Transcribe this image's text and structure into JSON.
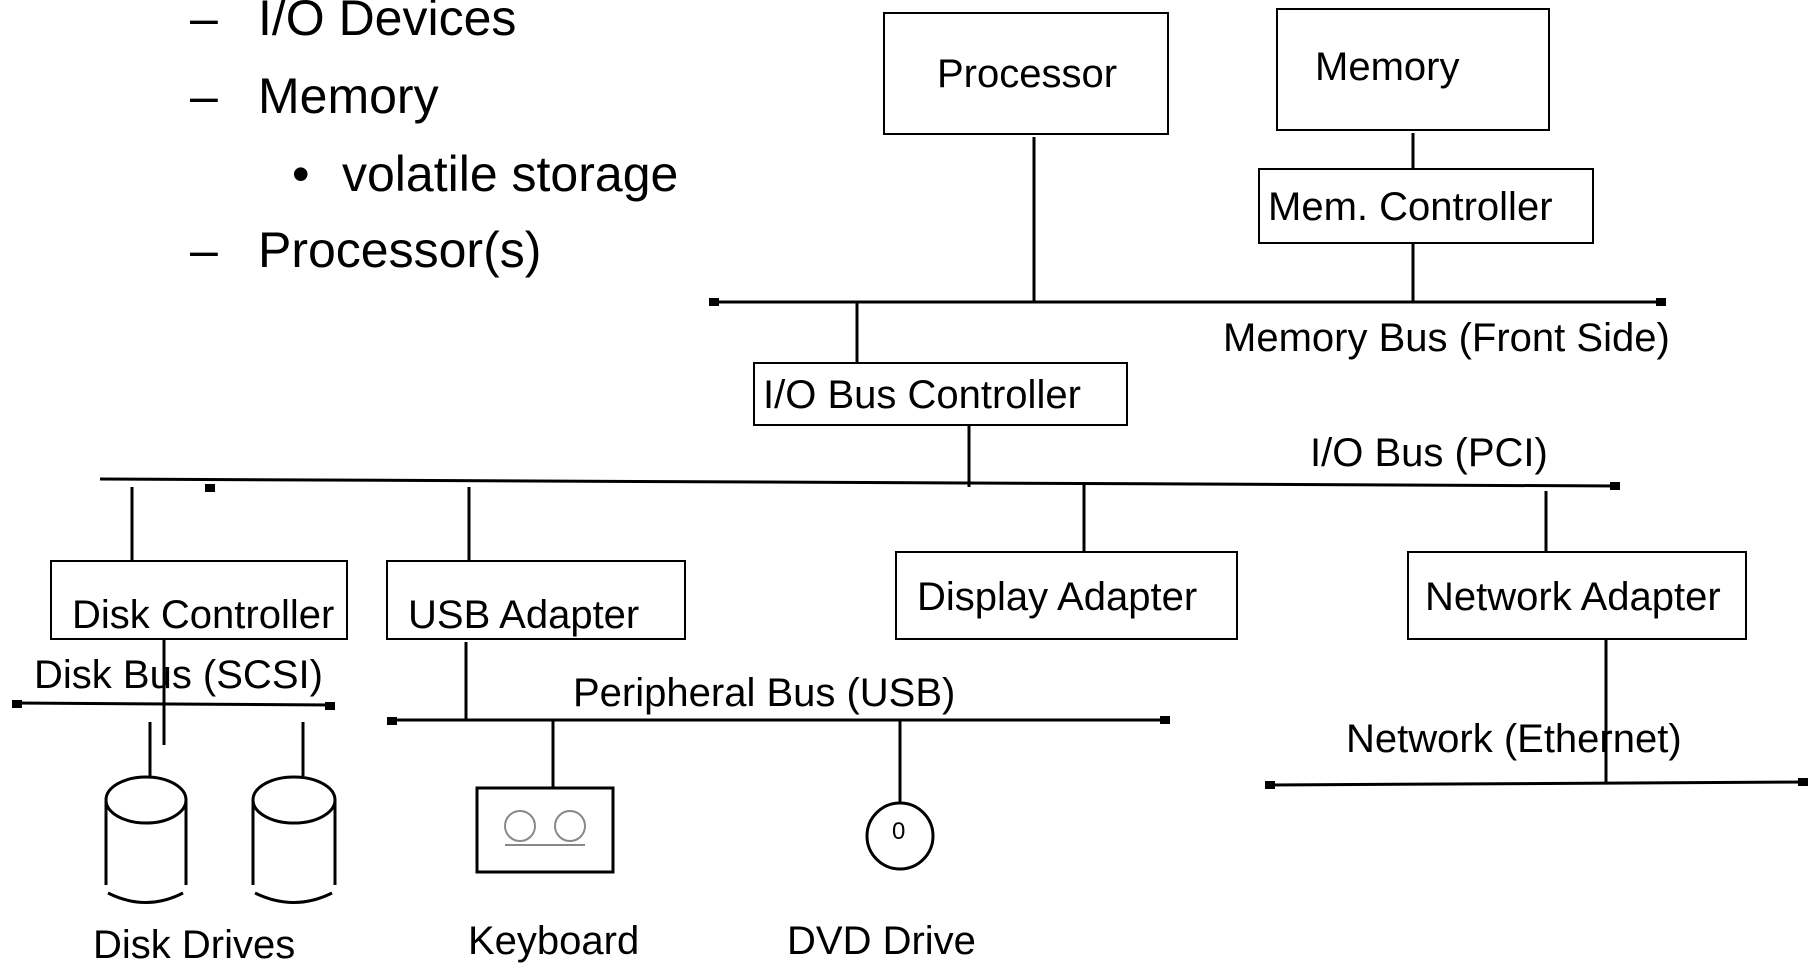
{
  "bullets": {
    "dash": "–",
    "dot": "•",
    "io_devices": "I/O Devices",
    "memory": "Memory",
    "volatile": "volatile storage",
    "processors": "Processor(s)"
  },
  "boxes": {
    "processor": "Processor",
    "memory": "Memory",
    "mem_controller": "Mem. Controller",
    "io_bus_controller": "I/O Bus Controller",
    "disk_controller": "Disk Controller",
    "usb_adapter": "USB Adapter",
    "display_adapter": "Display Adapter",
    "network_adapter": "Network Adapter"
  },
  "buses": {
    "memory_bus": "Memory Bus (Front Side)",
    "io_bus": "I/O Bus (PCI)",
    "disk_bus": "Disk Bus (SCSI)",
    "peripheral_bus": "Peripheral Bus (USB)",
    "network": "Network (Ethernet)"
  },
  "devices": {
    "disk_drives": "Disk Drives",
    "keyboard": "Keyboard",
    "dvd_drive": "DVD Drive",
    "dvd_glyph": "0"
  }
}
